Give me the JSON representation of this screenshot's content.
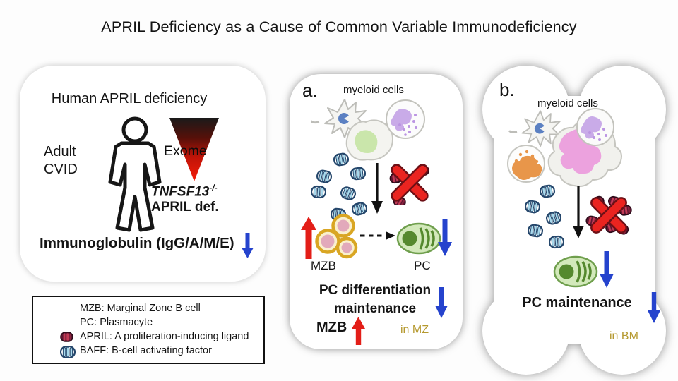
{
  "title": "APRIL Deficiency as a Cause of Common Variable Immunodeficiency",
  "left_panel": {
    "heading": "Human APRIL deficiency",
    "patient_line1": "Adult",
    "patient_line2": "CVID",
    "exome_label": "Exome",
    "gene_name": "TNFSF13",
    "gene_superscript": "-/-",
    "gene_deficiency": "APRIL def.",
    "immunoglobulin": "Immunoglobulin (IgG/A/M/E)"
  },
  "legend": {
    "items": [
      {
        "text": "MZB: Marginal Zone B cell"
      },
      {
        "text": "PC: Plasmacyte"
      },
      {
        "text": "APRIL: A proliferation-inducing ligand",
        "icon": "april-molecule"
      },
      {
        "text": "BAFF: B-cell activating factor",
        "icon": "baff-molecule"
      }
    ]
  },
  "panel_a": {
    "label": "a.",
    "myeloid_cells_label": "myeloid cells",
    "mzb_cell_label": "MZB",
    "pc_cell_label": "PC",
    "outcome_line1": "PC differentiation",
    "outcome_line2": "maintenance",
    "mzb_outcome_label": "MZB",
    "location_label": "in MZ"
  },
  "panel_b": {
    "label": "b.",
    "myeloid_cells_label": "myeloid cells",
    "outcome_label": "PC maintenance",
    "location_label": "in BM"
  },
  "colors": {
    "decrease_arrow_blue": "#2543cd",
    "increase_arrow_red": "#e31e18",
    "inhibit_cross_red": "#ea2420",
    "location_label_olive": "#b5992f"
  }
}
